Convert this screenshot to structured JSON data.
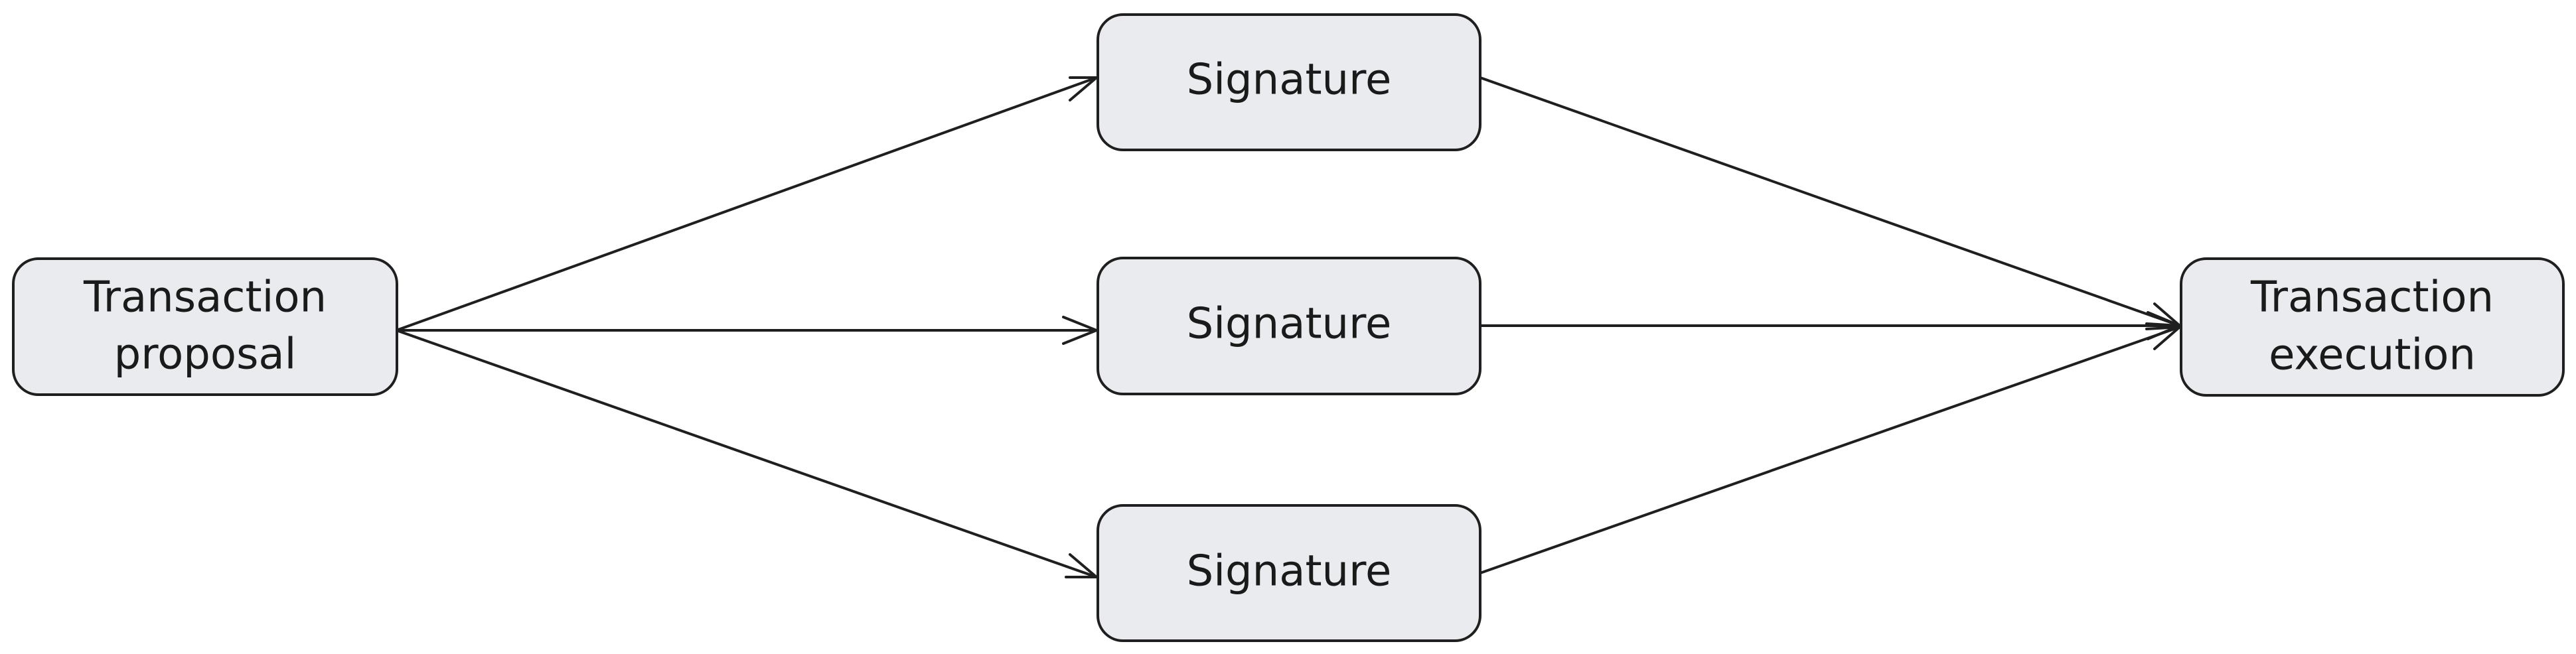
{
  "nodes": {
    "proposal": {
      "line1": "Transaction",
      "line2": "proposal"
    },
    "signature_top": {
      "label": "Signature"
    },
    "signature_middle": {
      "label": "Signature"
    },
    "signature_bottom": {
      "label": "Signature"
    },
    "execution": {
      "line1": "Transaction",
      "line2": "execution"
    }
  },
  "edges": [
    {
      "from": "proposal",
      "to": "signature_top"
    },
    {
      "from": "proposal",
      "to": "signature_middle"
    },
    {
      "from": "proposal",
      "to": "signature_bottom"
    },
    {
      "from": "signature_top",
      "to": "execution"
    },
    {
      "from": "signature_middle",
      "to": "execution"
    },
    {
      "from": "signature_bottom",
      "to": "execution"
    }
  ],
  "colors": {
    "node_fill": "#e9ebee",
    "stroke": "#1f1f1f",
    "text": "#1a1a1a"
  }
}
